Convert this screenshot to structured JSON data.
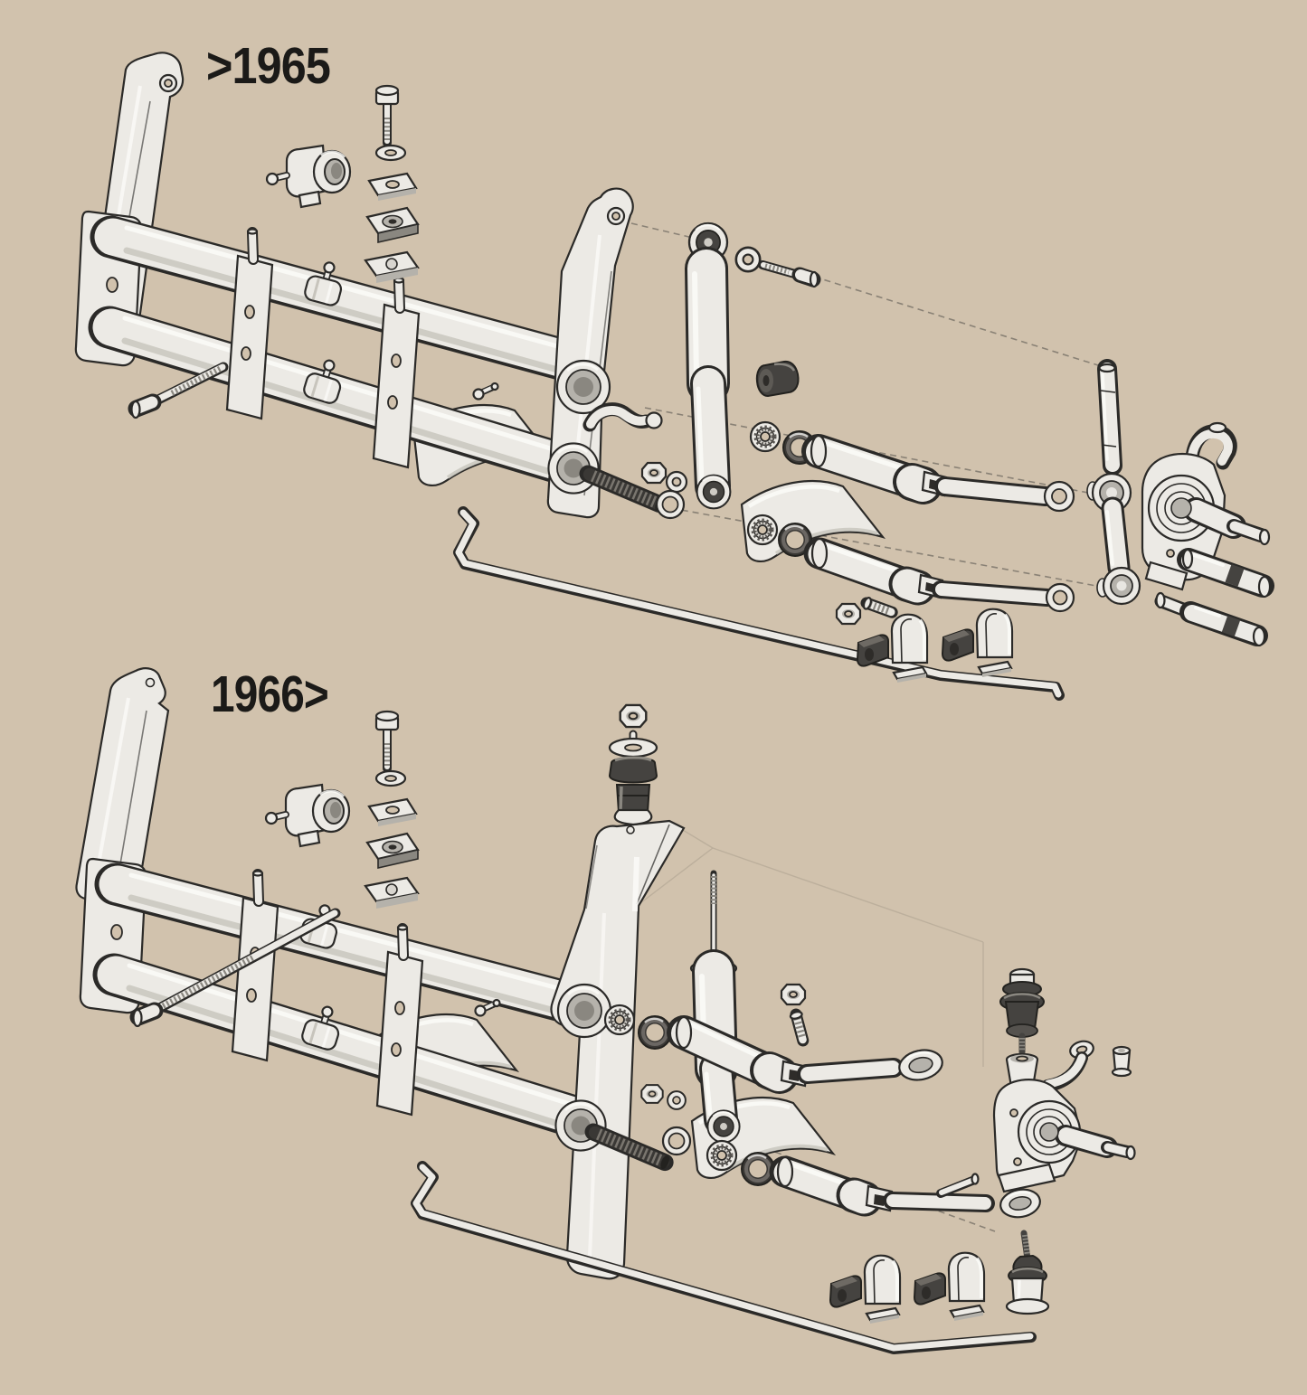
{
  "palette": {
    "background": "#d1c2ad",
    "part_fill": "#eceae5",
    "outline": "#2b2a28",
    "rubber_dark": "#454340",
    "metal_mid": "#b5b2ab",
    "shading": "#c7c4bc",
    "highlight": "#fcfbf8",
    "label_color": "#1b1a18"
  },
  "diagrams": [
    {
      "id": "front-axle-link-pin",
      "label": ">1965",
      "parts": [
        "axle beam with twin torsion tubes",
        "left shock tower arm",
        "right shock tower arm",
        "beam end plate",
        "center mounting brackets with studs",
        "torsion tube clamps",
        "long mounting bolt",
        "mounting hardware stack: bolt, washer, cover plate, pads",
        "beam clamp bracket",
        "grease fitting",
        "shock absorber with eyelet ends",
        "shock mounting bolt and washer",
        "rubber bump stop",
        "needle bearings",
        "oil seals",
        "spacer bushing",
        "hex nuts",
        "splined anchor pin",
        "upper torsion arm",
        "lower torsion arm",
        "king link pin",
        "link pin knuckle carrier",
        "steering knuckle with spindle",
        "link pins pair",
        "stabilizer bar",
        "stabilizer clamps with rubber bushings",
        "beam cover shells",
        "splined torsion bar end"
      ]
    },
    {
      "id": "front-axle-ball-joint",
      "label": "1966>",
      "parts": [
        "axle beam with twin torsion tubes",
        "left shock tower, tall type",
        "right shock tower, tall type",
        "beam end plate",
        "center mounting brackets with studs",
        "torsion tube clamps",
        "long mounting bolt",
        "mounting hardware stack: bolt, washer, cover plate, pads",
        "beam clamp bracket",
        "grease fitting",
        "hex nuts",
        "upper ball joint",
        "shock absorber with threaded stem",
        "needle bearings",
        "oil seals",
        "spacer bushings",
        "splined anchor pin",
        "upper torsion arm with eye end",
        "lower torsion arm with eye end and stud",
        "steering knuckle, ball joint type",
        "rubber cone seal",
        "spindle bushing",
        "lower ball joint",
        "stabilizer bar",
        "stabilizer clamps with rubber bushings",
        "beam cover shells",
        "splined torsion bar end"
      ]
    }
  ]
}
